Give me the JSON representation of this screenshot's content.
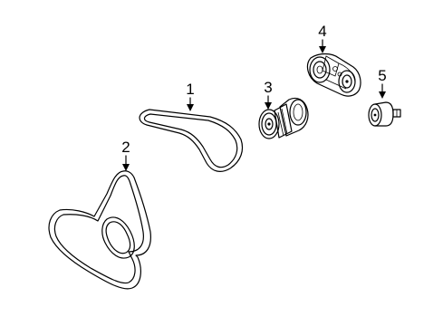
{
  "parts": [
    {
      "id": "belt-serpentine",
      "callout": "1"
    },
    {
      "id": "belt-secondary",
      "callout": "2"
    },
    {
      "id": "water-pump",
      "callout": "3"
    },
    {
      "id": "belt-tensioner",
      "callout": "4"
    },
    {
      "id": "idler-pulley",
      "callout": "5"
    }
  ],
  "colors": {
    "line": "#000000",
    "background": "#ffffff"
  }
}
